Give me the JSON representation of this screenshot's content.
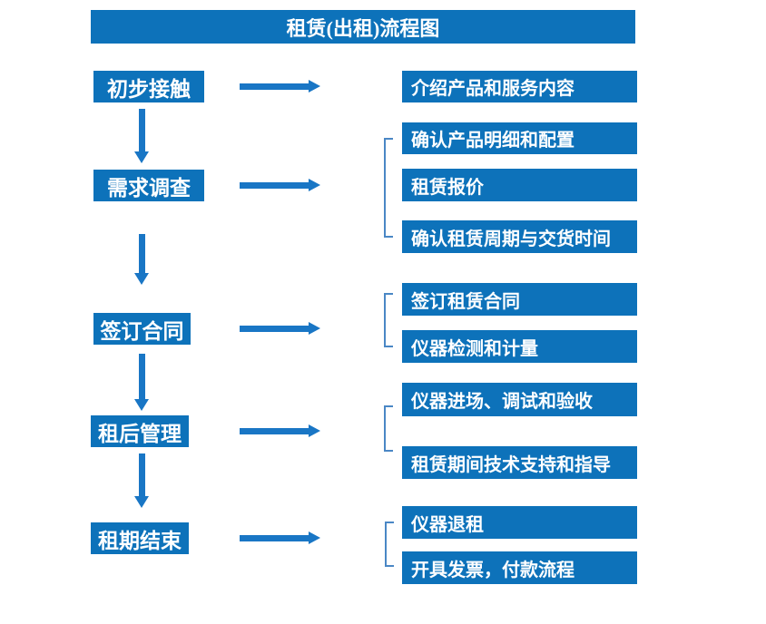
{
  "title": "租赁(出租)流程图",
  "colors": {
    "box_blue": "#0d72ba",
    "arrow_blue": "#1976c5",
    "bracket_blue": "#4a87c5",
    "text_white": "#ffffff",
    "background": "#ffffff"
  },
  "groups": [
    {
      "stage": "初步接触",
      "details": [
        "介绍产品和服务内容"
      ]
    },
    {
      "stage": "需求调查",
      "details": [
        "确认产品明细和配置",
        "租赁报价",
        "确认租赁周期与交货时间"
      ]
    },
    {
      "stage": "签订合同",
      "details": [
        "签订租赁合同",
        "仪器检测和计量"
      ]
    },
    {
      "stage": "租后管理",
      "details": [
        "仪器进场、调试和验收",
        "租赁期间技术支持和指导"
      ]
    },
    {
      "stage": "租期结束",
      "details": [
        "仪器退租",
        "开具发票，付款流程"
      ]
    }
  ]
}
